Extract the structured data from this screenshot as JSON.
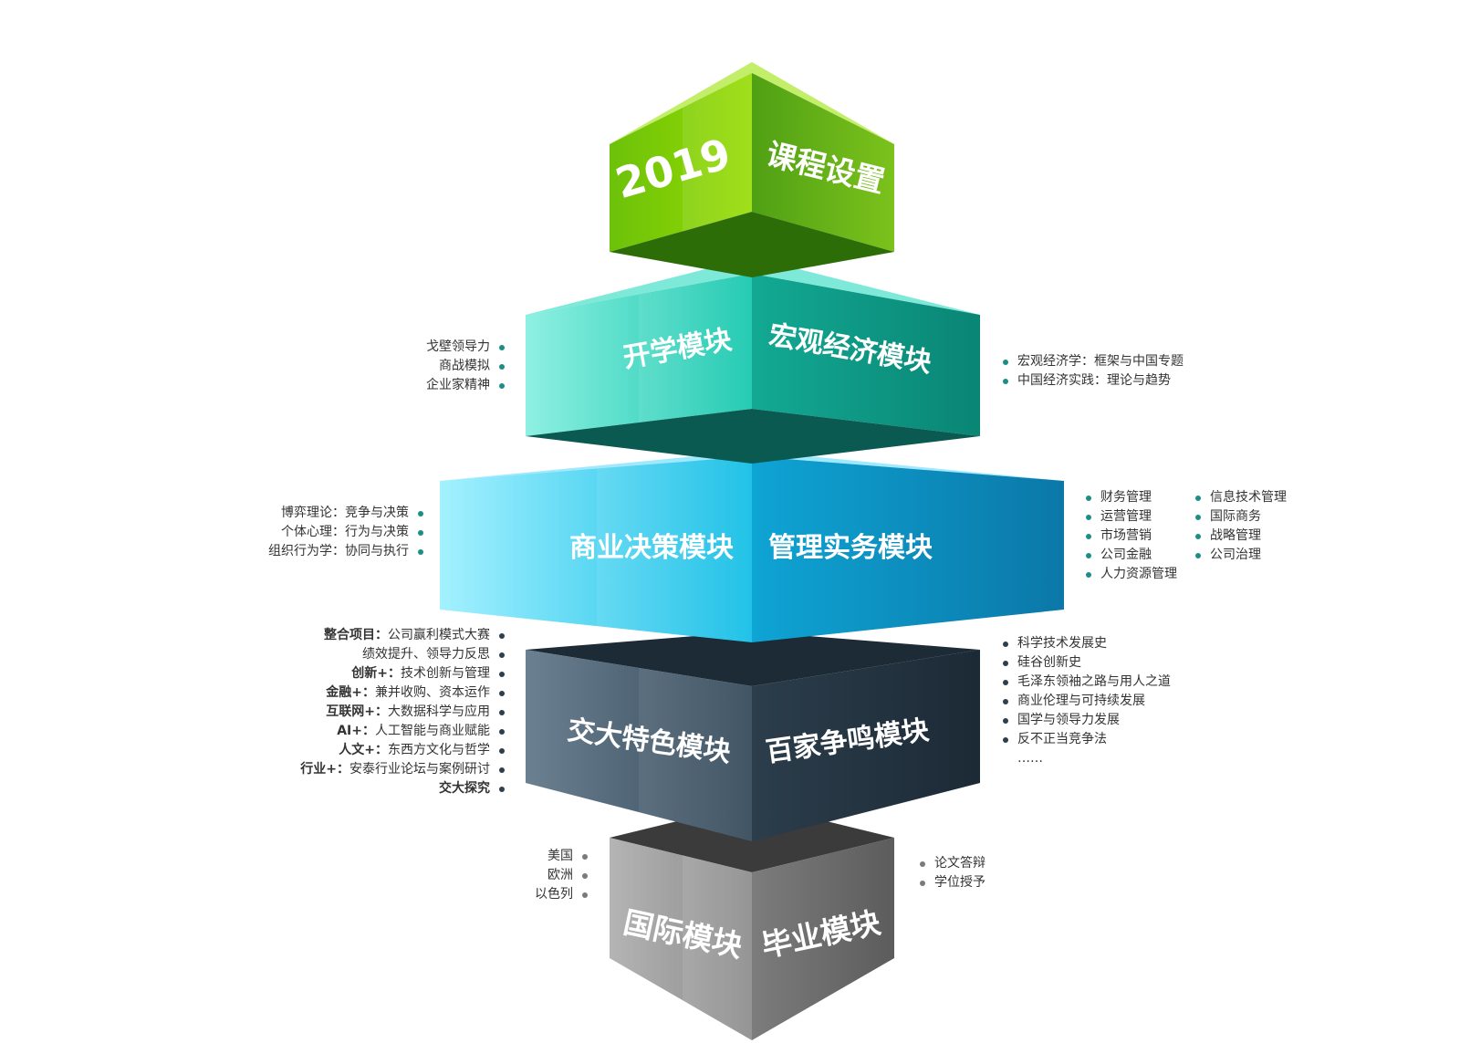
{
  "tiers": [
    {
      "left": "2019",
      "right": "课程设置",
      "colors": {
        "light": "#a2e400",
        "dark": "#59b016",
        "top": "#c9f07a",
        "bottom": "#2f7a0a"
      }
    },
    {
      "left": "开学模块",
      "right": "宏观经济模块",
      "colors": {
        "light": "#29d9c0",
        "dark": "#0f9c86",
        "top": "#8af0e0",
        "bottom": "#0a5e55"
      }
    },
    {
      "left": "商业决策模块",
      "right": "管理实务模块",
      "colors": {
        "light": "#22cdf0",
        "dark": "#0d8fc0",
        "top": "#9deaff",
        "bottom": "#0a5f86"
      }
    },
    {
      "left": "交大特色模块",
      "right": "百家争鸣模块",
      "colors": {
        "light": "#4e6272",
        "dark": "#243543",
        "top": "#1f2d38",
        "bottom": "#15202a"
      }
    },
    {
      "left": "国际模块",
      "right": "毕业模块",
      "colors": {
        "light": "#9c9c9c",
        "dark": "#6b6b6b",
        "top": "#3e3e3e",
        "bottom": "#555555"
      }
    }
  ],
  "lists": {
    "opening": [
      "戈壁领导力",
      "商战模拟",
      "企业家精神"
    ],
    "macro": [
      "宏观经济学：框架与中国专题",
      "中国经济实践：理论与趋势"
    ],
    "decision": [
      "博弈理论：竞争与决策",
      "个体心理：行为与决策",
      "组织行为学：协同与执行"
    ],
    "practice_col1": [
      "财务管理",
      "运营管理",
      "市场营销",
      "公司金融",
      "人力资源管理"
    ],
    "practice_col2": [
      "信息技术管理",
      "国际商务",
      "战略管理",
      "公司治理"
    ],
    "sjtu": [
      {
        "bold": "整合项目：",
        "text": "公司赢利模式大赛"
      },
      {
        "bold": "",
        "text": "绩效提升、领导力反思"
      },
      {
        "bold": "创新+：",
        "text": "技术创新与管理"
      },
      {
        "bold": "金融+：",
        "text": "兼并收购、资本运作"
      },
      {
        "bold": "互联网+：",
        "text": "大数据科学与应用"
      },
      {
        "bold": "AI+：",
        "text": "人工智能与商业赋能"
      },
      {
        "bold": "人文+：",
        "text": "东西方文化与哲学"
      },
      {
        "bold": "行业+：",
        "text": "安泰行业论坛与案例研讨"
      },
      {
        "bold": "交大探究",
        "text": ""
      }
    ],
    "hundred": [
      "科学技术发展史",
      "硅谷创新史",
      "毛泽东领袖之路与用人之道",
      "商业伦理与可持续发展",
      "国学与领导力发展",
      "反不正当竞争法",
      "……"
    ],
    "international": [
      "美国",
      "欧洲",
      "以色列"
    ],
    "graduation": [
      "论文答辩",
      "学位授予"
    ]
  }
}
